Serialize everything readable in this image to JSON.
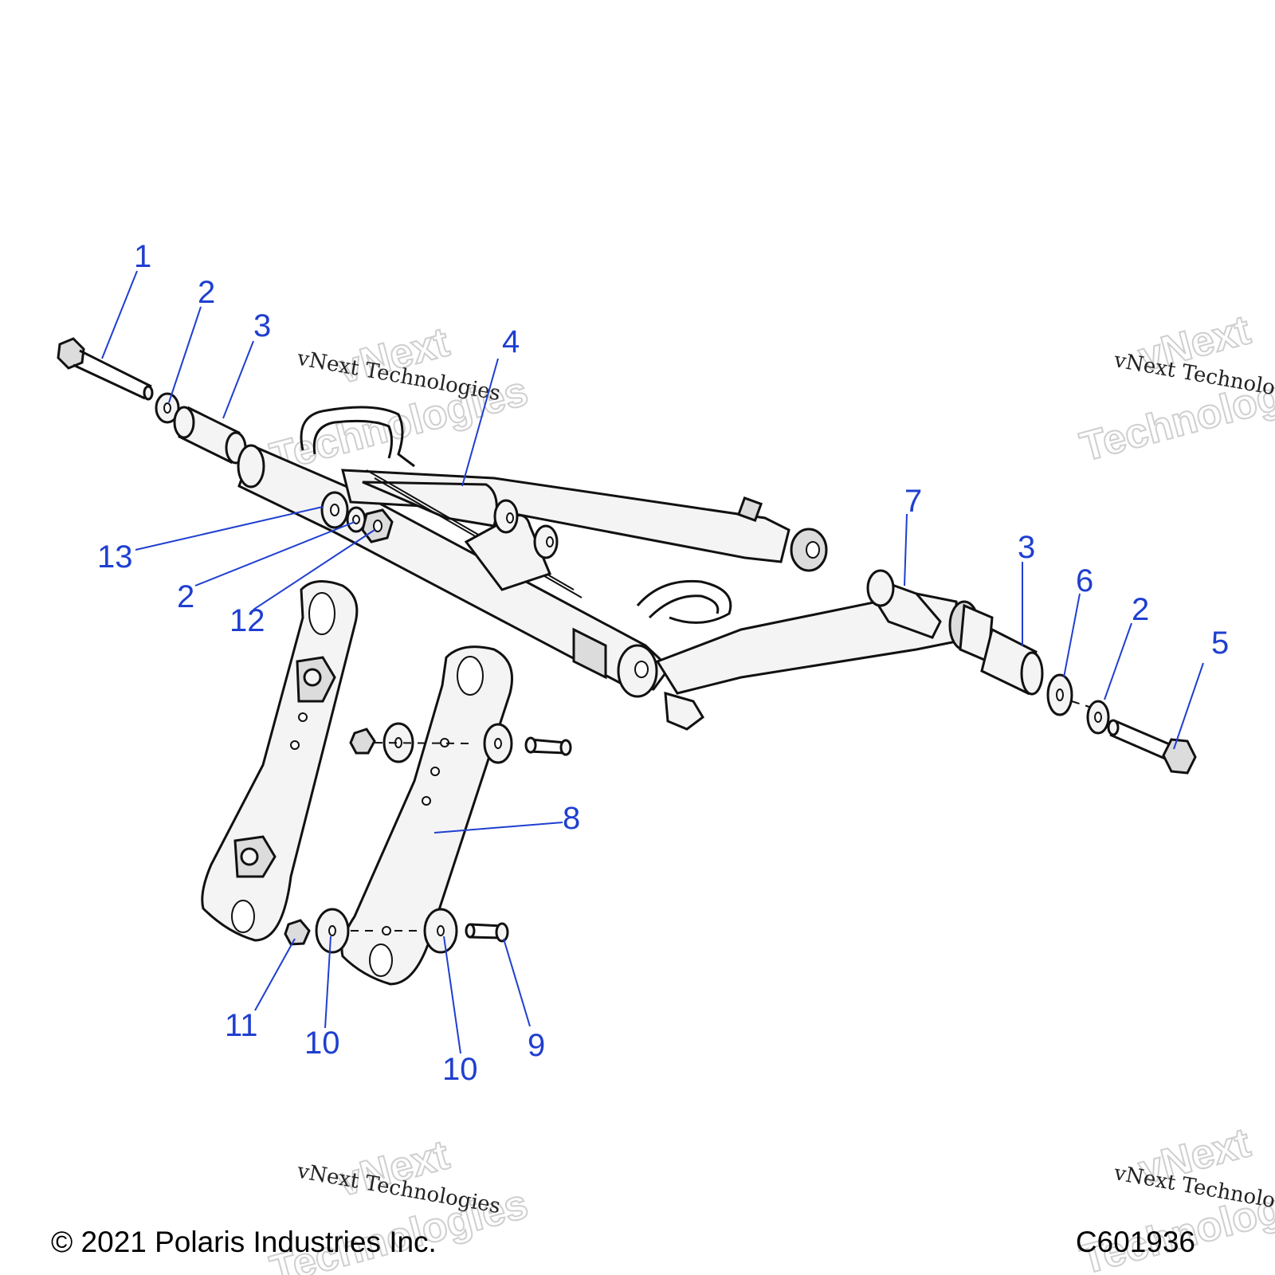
{
  "callouts": [
    "1",
    "2",
    "3",
    "4",
    "13",
    "2",
    "12",
    "7",
    "3",
    "6",
    "2",
    "5",
    "8",
    "11",
    "10",
    "10",
    "9"
  ],
  "watermarks": {
    "serif": "vNext Technologies",
    "outline_top": "vNext",
    "outline_bottom": "Technologies"
  },
  "footer": {
    "copyright": "© 2021 Polaris Industries Inc.",
    "figure_id": "C601936"
  },
  "colors": {
    "callout": "#1f3fd0",
    "line": "#111111",
    "watermark": "#cfcfcf"
  }
}
